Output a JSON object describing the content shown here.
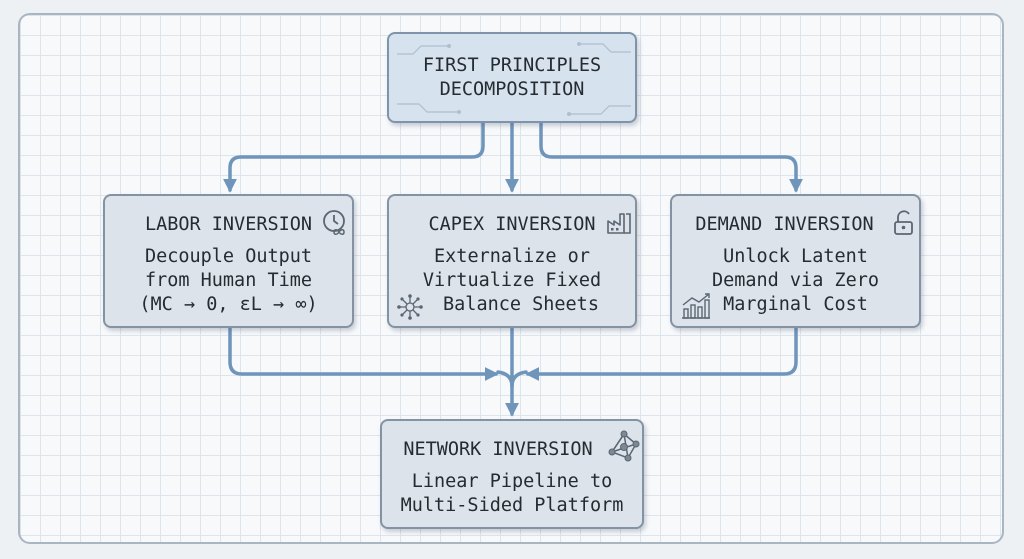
{
  "diagram": {
    "root": {
      "lines": [
        "FIRST PRINCIPLES",
        "DECOMPOSITION"
      ]
    },
    "labor": {
      "title": "LABOR INVERSION",
      "lines": [
        "Decouple Output",
        "from Human Time",
        "(MC → 0, εL → ∞)"
      ],
      "icon": "clock-infinity-icon"
    },
    "capex": {
      "title": "CAPEX INVERSION",
      "lines": [
        "Externalize or",
        "Virtualize Fixed",
        "Balance Sheets"
      ],
      "icon": "factory-icon",
      "secondary_icon": "network-hub-icon"
    },
    "demand": {
      "title": "DEMAND INVERSION",
      "lines": [
        "Unlock Latent",
        "Demand via Zero",
        "Marginal Cost"
      ],
      "icon": "unlocked-padlock-icon",
      "secondary_icon": "bar-chart-trend-icon"
    },
    "network": {
      "title": "NETWORK INVERSION",
      "lines": [
        "Linear Pipeline to",
        "Multi-Sided Platform"
      ],
      "icon": "network-nodes-icon"
    }
  },
  "colors": {
    "connector": "#6f95bb",
    "box_border": "#8493a3",
    "box_fill": "#dde3ea",
    "grid": "#dde4ec",
    "text": "#262b31"
  }
}
